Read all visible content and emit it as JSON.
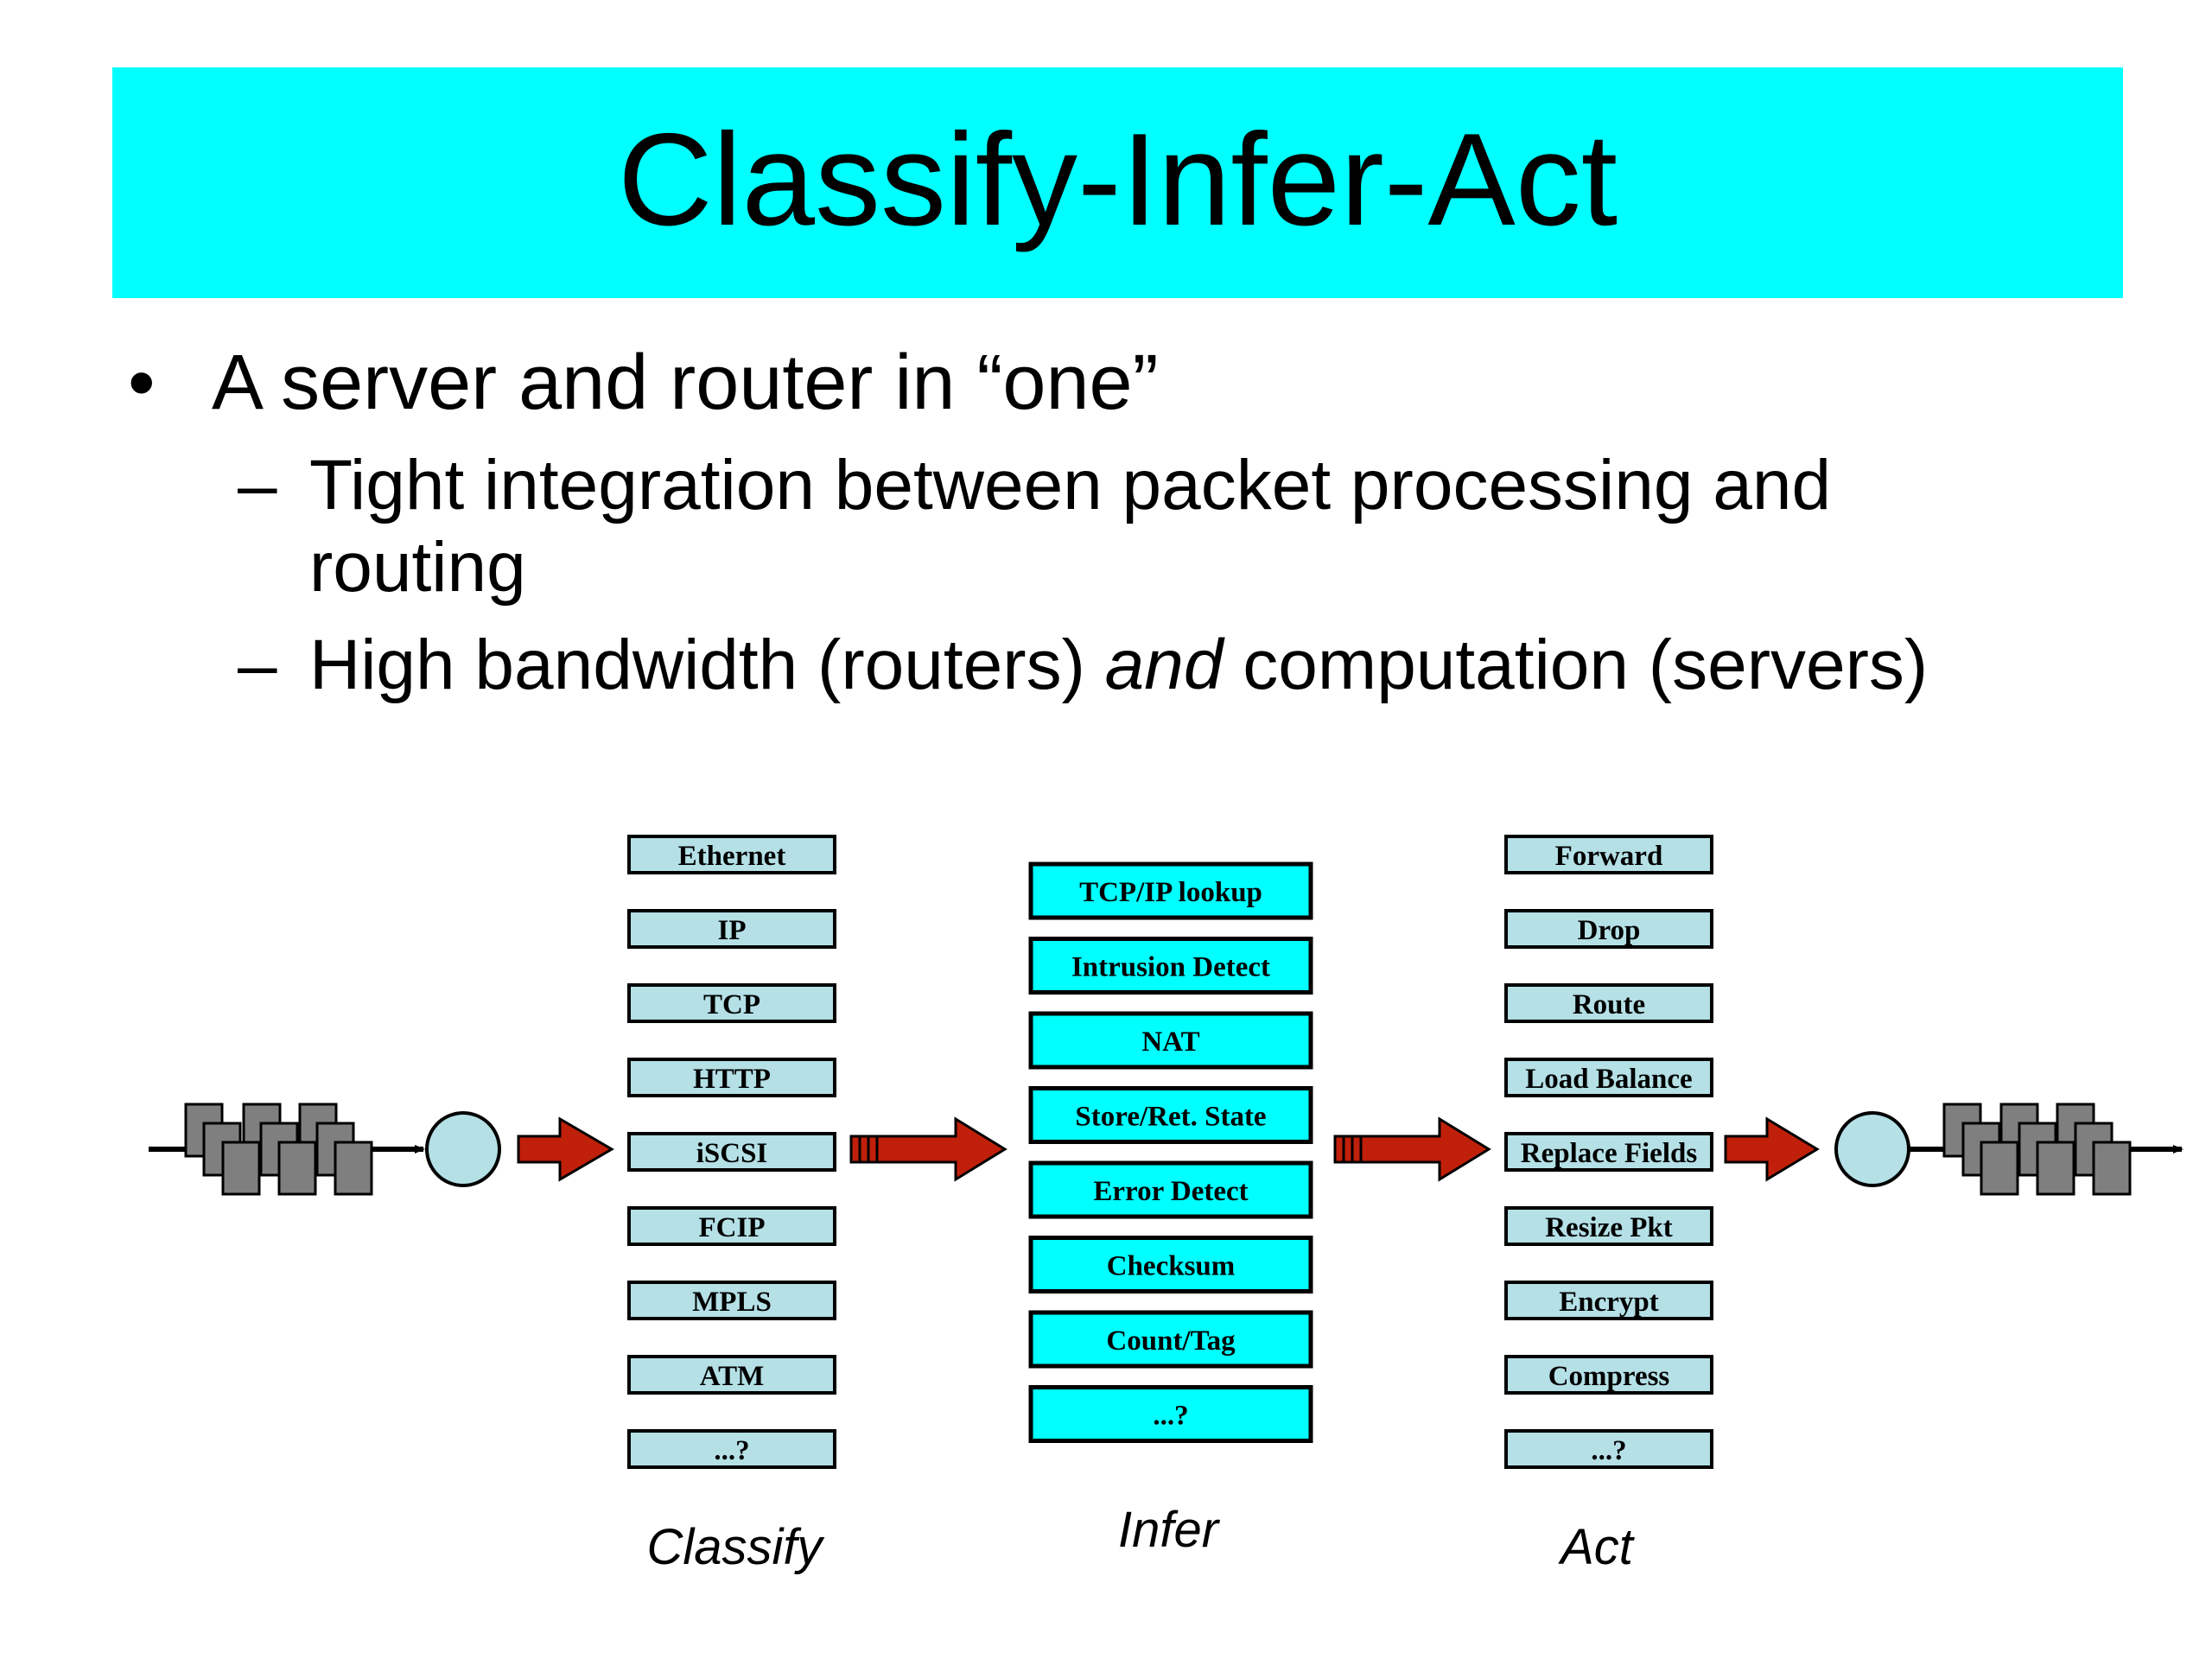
{
  "title": "Classify-Infer-Act",
  "bullet": {
    "marker": "•",
    "text": "A server and router in “one”",
    "subs": [
      {
        "marker": "–",
        "text": "Tight integration between packet processing and routing"
      },
      {
        "marker": "–",
        "parts": [
          "High bandwidth (routers) ",
          "and",
          " computation (servers)"
        ]
      }
    ]
  },
  "diagram": {
    "classify": {
      "caption": "Classify",
      "items": [
        "Ethernet",
        "IP",
        "TCP",
        "HTTP",
        "iSCSI",
        "FCIP",
        "MPLS",
        "ATM",
        "...?"
      ]
    },
    "infer": {
      "caption": "Infer",
      "items": [
        "TCP/IP lookup",
        "Intrusion Detect",
        "NAT",
        "Store/Ret. State",
        "Error Detect",
        "Checksum",
        "Count/Tag",
        "...?"
      ]
    },
    "act": {
      "caption": "Act",
      "items": [
        "Forward",
        "Drop",
        "Route",
        "Load Balance",
        "Replace Fields",
        "Resize Pkt",
        "Encrypt",
        "Compress",
        "...?"
      ]
    },
    "colors": {
      "title_bg": "#00ffff",
      "classify_box": "#b4e0e6",
      "infer_box": "#00ffff",
      "act_box": "#b4e0e6",
      "arrow": "#c0200a",
      "packet": "#7f7f7f",
      "node": "#b4e0e6"
    }
  }
}
